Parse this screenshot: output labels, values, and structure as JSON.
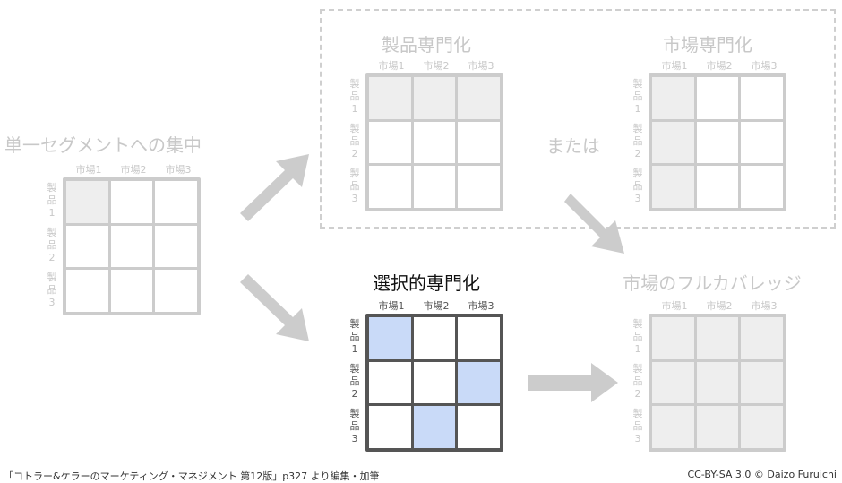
{
  "matrices": [
    {
      "id": "single-segment",
      "title": "単一セグメントへの集中",
      "active": false,
      "fills": [
        [
          "g",
          "",
          ""
        ],
        [
          "",
          "",
          ""
        ],
        [
          "",
          "",
          ""
        ]
      ]
    },
    {
      "id": "product-specialization",
      "title": "製品専門化",
      "active": false,
      "fills": [
        [
          "g",
          "g",
          "g"
        ],
        [
          "",
          "",
          ""
        ],
        [
          "",
          "",
          ""
        ]
      ]
    },
    {
      "id": "market-specialization",
      "title": "市場専門化",
      "active": false,
      "fills": [
        [
          "g",
          "",
          ""
        ],
        [
          "g",
          "",
          ""
        ],
        [
          "g",
          "",
          ""
        ]
      ]
    },
    {
      "id": "selective-specialization",
      "title": "選択的専門化",
      "active": true,
      "fills": [
        [
          "b",
          "",
          ""
        ],
        [
          "",
          "",
          "b"
        ],
        [
          "",
          "b",
          ""
        ]
      ]
    },
    {
      "id": "full-market-coverage",
      "title": "市場のフルカバレッジ",
      "active": false,
      "fills": [
        [
          "g",
          "g",
          "g"
        ],
        [
          "g",
          "g",
          "g"
        ],
        [
          "g",
          "g",
          "g"
        ]
      ]
    }
  ],
  "column_labels": [
    "市場1",
    "市場2",
    "市場3"
  ],
  "row_labels": [
    [
      "製",
      "品",
      "1"
    ],
    [
      "製",
      "品",
      "2"
    ],
    [
      "製",
      "品",
      "3"
    ]
  ],
  "or_label": "または",
  "colors": {
    "gray_fill": "#eeeeee",
    "blue_fill": "#c9daf8",
    "arrow": "#cccccc"
  },
  "footer": {
    "source": "「コトラー&ケラーのマーケティング・マネジメント 第12版」p327 より編集・加筆",
    "license": "CC-BY-SA 3.0 © Daizo Furuichi"
  }
}
